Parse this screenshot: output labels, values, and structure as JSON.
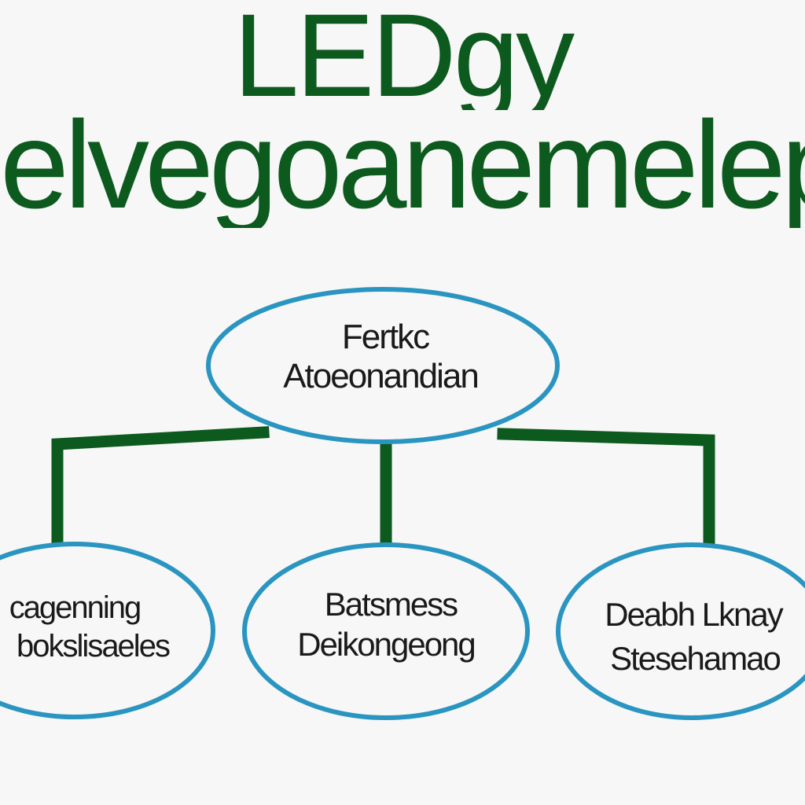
{
  "title": {
    "line1": "LEDgy",
    "line2": "elvegoanemelept"
  },
  "colors": {
    "title": "#0d5a1f",
    "connector": "#0d5a1f",
    "node_border": "#2a95c0",
    "node_fill": "#f7f7f7",
    "text": "#1a1a1a"
  },
  "nodes": {
    "root": {
      "line1": "Fertkc",
      "line2": "Atoeonandian"
    },
    "left": {
      "line1": "cagenning",
      "line2": "bokslisaeles"
    },
    "middle": {
      "line1": "Batsmess",
      "line2": "Deikongeong"
    },
    "right": {
      "line1": "Deabh Lknay",
      "line2": "Stesehamao"
    }
  }
}
